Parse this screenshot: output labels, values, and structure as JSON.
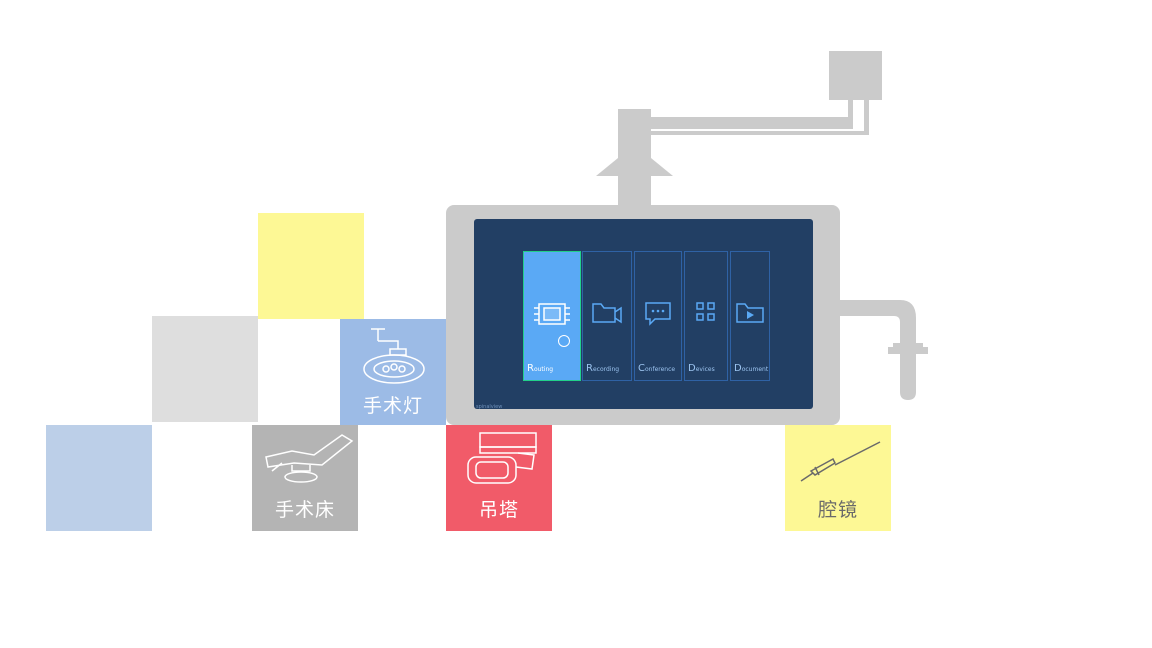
{
  "tiles": {
    "lamp": {
      "label": "手术灯",
      "color": "#9cbbe6"
    },
    "bed": {
      "label": "手术床",
      "color": "#b4b4b4"
    },
    "tower": {
      "label": "吊塔",
      "color": "#f15b69"
    },
    "scope": {
      "label": "腔镜",
      "color": "#fdf895"
    },
    "yellow": {
      "color": "#fdf895"
    },
    "gray": {
      "color": "#dedede"
    },
    "blue": {
      "color": "#bccfe8"
    }
  },
  "screen": {
    "brand": "spinalview",
    "menu": [
      {
        "cap": "R",
        "rest": "outing",
        "icon": "chip-icon",
        "active": true
      },
      {
        "cap": "R",
        "rest": "ecording",
        "icon": "video-folder-icon",
        "active": false
      },
      {
        "cap": "C",
        "rest": "onference",
        "icon": "chat-icon",
        "active": false
      },
      {
        "cap": "D",
        "rest": "evices",
        "icon": "grid-icon",
        "active": false
      },
      {
        "cap": "D",
        "rest": "ocument",
        "icon": "play-folder-icon",
        "active": false
      }
    ]
  },
  "colors": {
    "arm": "#cbcbcb",
    "screen_bg": "#223f64",
    "active_item": "#5aa9f5",
    "item_border": "#2f62a5"
  }
}
